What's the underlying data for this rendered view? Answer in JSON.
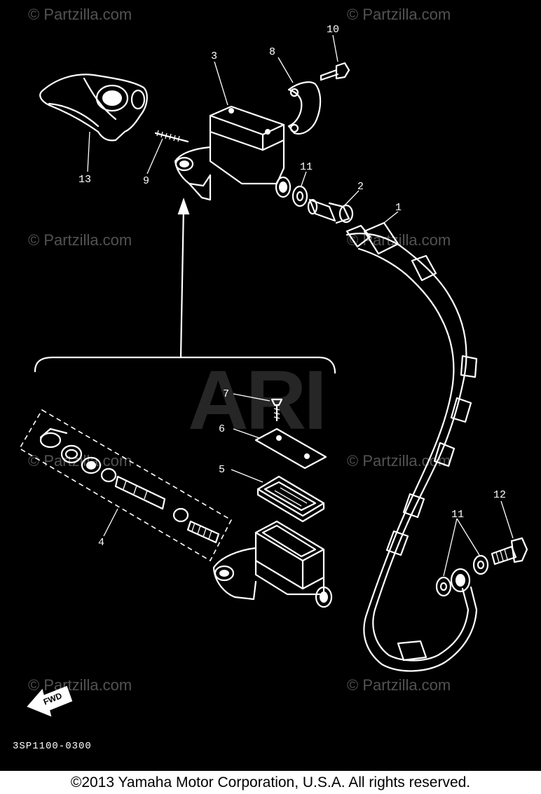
{
  "diagram": {
    "code": "3SP1100-0300",
    "watermark_text": "© Partzilla.com",
    "background_logo": "ARI",
    "fwd_label": "FWD",
    "callouts": {
      "c1": "1",
      "c2": "2",
      "c3": "3",
      "c4": "4",
      "c5": "5",
      "c6": "6",
      "c7": "7",
      "c8": "8",
      "c9": "9",
      "c10": "10",
      "c11a": "11",
      "c11b": "11",
      "c12": "12",
      "c13": "13"
    }
  },
  "colors": {
    "background": "#000000",
    "line": "#ffffff",
    "watermark": "#6e6e6e"
  },
  "footer": {
    "copyright": "©2013  Yamaha Motor Corporation, U.S.A. All rights reserved."
  }
}
